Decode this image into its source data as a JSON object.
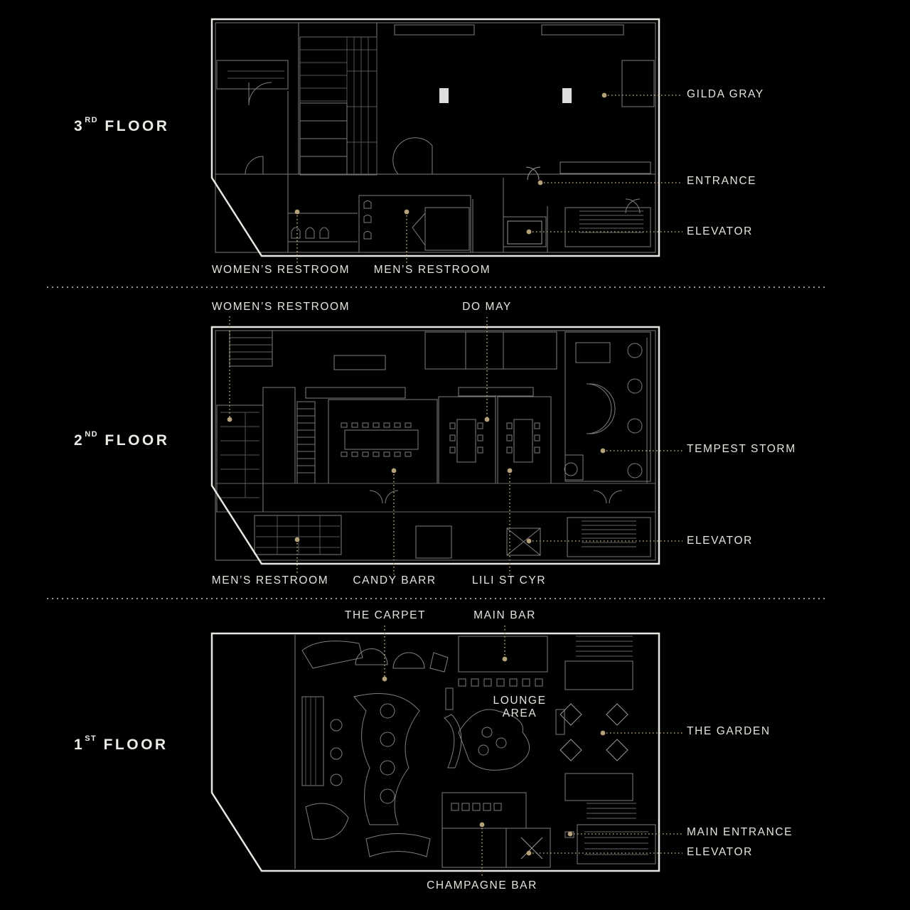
{
  "floors": [
    {
      "ordinal": "3",
      "suffix": "RD",
      "word": "FLOOR"
    },
    {
      "ordinal": "2",
      "suffix": "ND",
      "word": "FLOOR"
    },
    {
      "ordinal": "1",
      "suffix": "ST",
      "word": "FLOOR"
    }
  ],
  "floor3": {
    "gilda_gray": "GILDA GRAY",
    "entrance": "ENTRANCE",
    "elevator": "ELEVATOR",
    "womens_restroom": "WOMEN’S RESTROOM",
    "mens_restroom": "MEN’S RESTROOM"
  },
  "floor2": {
    "womens_restroom": "WOMEN’S RESTROOM",
    "do_may": "DO MAY",
    "tempest_storm": "TEMPEST STORM",
    "elevator": "ELEVATOR",
    "mens_restroom": "MEN’S RESTROOM",
    "candy_barr": "CANDY BARR",
    "lili_st_cyr": "LILI ST CYR"
  },
  "floor1": {
    "the_carpet": "THE CARPET",
    "main_bar": "MAIN BAR",
    "lounge_line1": "LOUNGE",
    "lounge_line2": "AREA",
    "the_garden": "THE GARDEN",
    "main_entrance": "MAIN ENTRANCE",
    "elevator": "ELEVATOR",
    "champagne_bar": "CHAMPAGNE BAR"
  },
  "colors": {
    "background": "#000000",
    "outline": "#e8e6e0",
    "linework": "#8a8a8a",
    "leader": "#b5a27a",
    "text": "#e9e6df"
  }
}
